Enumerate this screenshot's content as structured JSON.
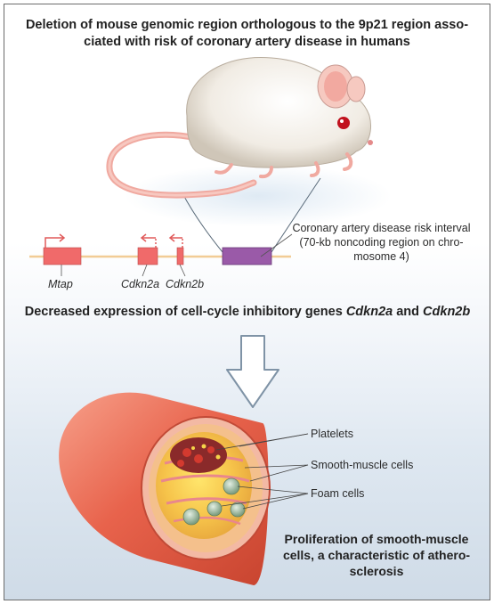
{
  "title": "Deletion of mouse genomic region orthologous to the 9p21 region asso-\nciated with risk of coronary artery disease in humans",
  "risk_interval": {
    "line1": "Coronary artery disease risk interval",
    "line2": "(70-kb noncoding region on chro-",
    "line3": "mosome 4)"
  },
  "genes": [
    "Mtap",
    "Cdkn2a",
    "Cdkn2b"
  ],
  "expression": {
    "prefix": "Decreased expression of cell-cycle inhibitory genes ",
    "gene1": "Cdkn2a",
    "and": " and ",
    "gene2": "Cdkn2b"
  },
  "labels": {
    "platelets": "Platelets",
    "smooth_muscle": "Smooth-muscle cells",
    "foam_cells": "Foam cells"
  },
  "conclusion": {
    "line1": "Proliferation of smooth-muscle",
    "line2": "cells, a characteristic of athero-",
    "line3": "sclerosis"
  },
  "colors": {
    "gene_box": "#f06a6a",
    "risk_box": "#9a5aa8",
    "chromosome": "#f2cc95",
    "vessel": "#e8604a",
    "foam": "#a9c4a9"
  }
}
